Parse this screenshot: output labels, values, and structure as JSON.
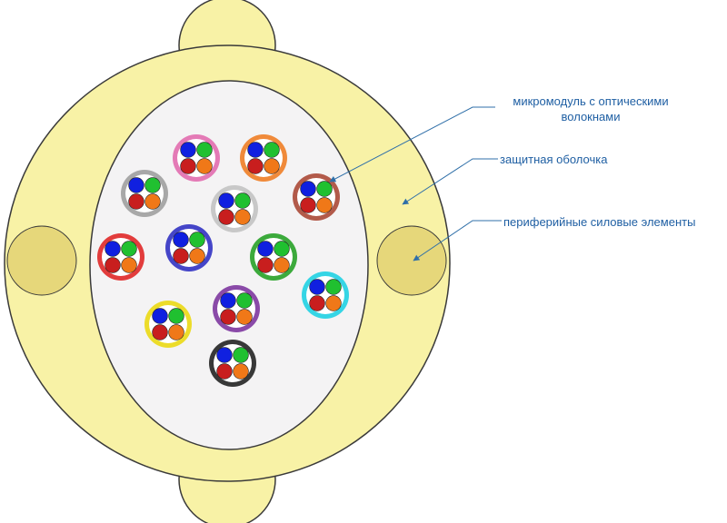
{
  "colors": {
    "jacket": "#f8f2a6",
    "jacket_stroke": "#3a3a3a",
    "core_fill": "#f4f3f4",
    "strength_member": "#e6d77a",
    "label_text": "#1f5fa3",
    "leader_line": "#2f6fa8",
    "fiber_blue": "#1020e0",
    "fiber_green": "#20c030",
    "fiber_red": "#c81e1e",
    "fiber_orange": "#f07818",
    "module_inner": "#ffffff"
  },
  "labels": {
    "micromodule": [
      "микромодуль с оптическими",
      "волокнами"
    ],
    "sheath": "защитная оболочка",
    "strength": "периферийные силовые элементы"
  },
  "modules": [
    {
      "name": "pink",
      "color": "#e47ab6"
    },
    {
      "name": "orange",
      "color": "#f08a3a"
    },
    {
      "name": "gray",
      "color": "#a8a8a8"
    },
    {
      "name": "white",
      "color": "#c8c8c8"
    },
    {
      "name": "brown",
      "color": "#b25a4a"
    },
    {
      "name": "red",
      "color": "#e23c3c"
    },
    {
      "name": "blue",
      "color": "#4545c8"
    },
    {
      "name": "green",
      "color": "#3caa3c"
    },
    {
      "name": "aqua",
      "color": "#35d5e5"
    },
    {
      "name": "violet",
      "color": "#8a4aa8"
    },
    {
      "name": "yellow",
      "color": "#ecdc2a"
    },
    {
      "name": "black",
      "color": "#383838"
    }
  ]
}
